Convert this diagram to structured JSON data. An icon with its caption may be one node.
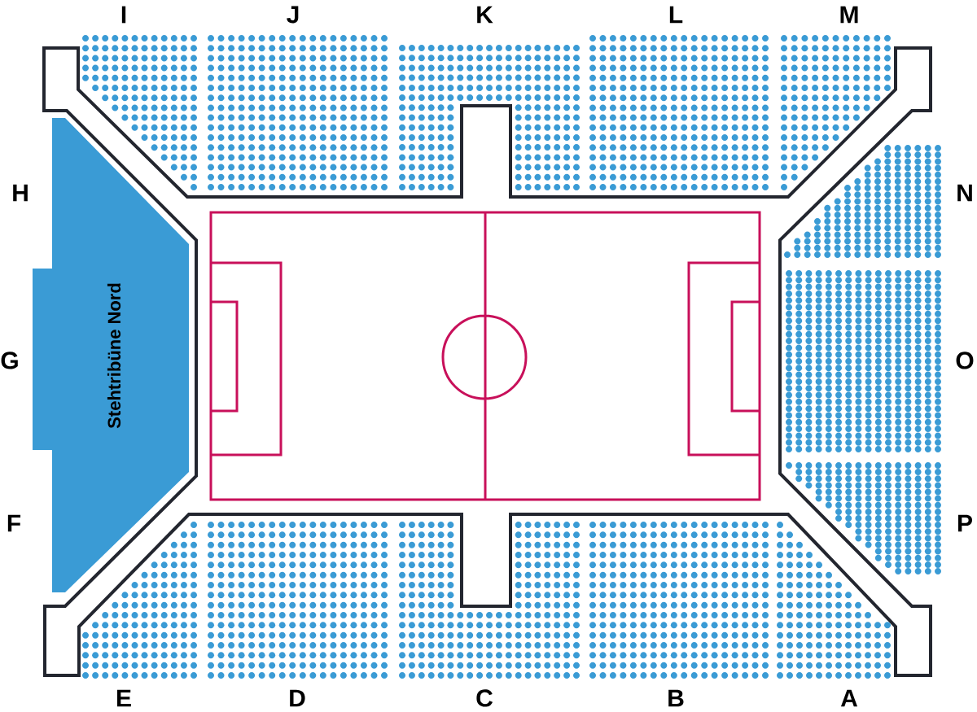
{
  "diagram": {
    "nodes": [
      {
        "text": [
          "Stehtribüne Nord"
        ]
      }
    ],
    "labels": [
      "I",
      "J",
      "K",
      "L",
      "M",
      "H",
      "N",
      "G",
      "O",
      "F",
      "P",
      "E",
      "D",
      "C",
      "B",
      "A"
    ]
  }
}
